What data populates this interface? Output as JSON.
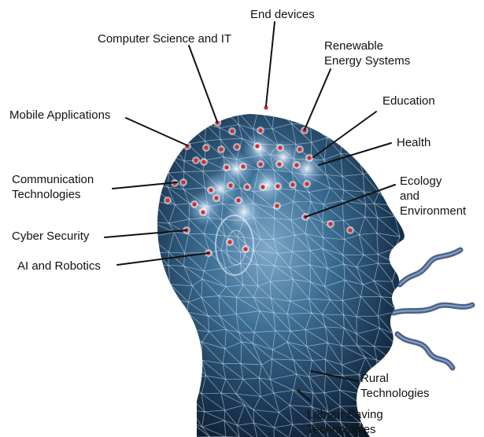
{
  "labels": {
    "end_devices": "End devices",
    "computer_science": "Computer Science and IT",
    "renewable": [
      "Renewable",
      "Energy Systems"
    ],
    "mobile_apps": "Mobile Applications",
    "education": "Education",
    "health": "Health",
    "communication": [
      "Communication",
      "Technologies"
    ],
    "ecology": [
      "Ecology",
      "and",
      "Environment"
    ],
    "cyber_security": "Cyber Security",
    "ai_robotics": "AI and Robotics",
    "rural": [
      "Rural",
      "Technologies"
    ],
    "labour_saving": [
      "Labour Saving",
      "Technologies"
    ]
  },
  "colors": {
    "head_dark": "#0d1c2b",
    "head_mid": "#3d6f94",
    "mesh": "#d8ecff",
    "node_red": "#e0262b",
    "line": "#111111",
    "breath": "#1f3b6b"
  }
}
